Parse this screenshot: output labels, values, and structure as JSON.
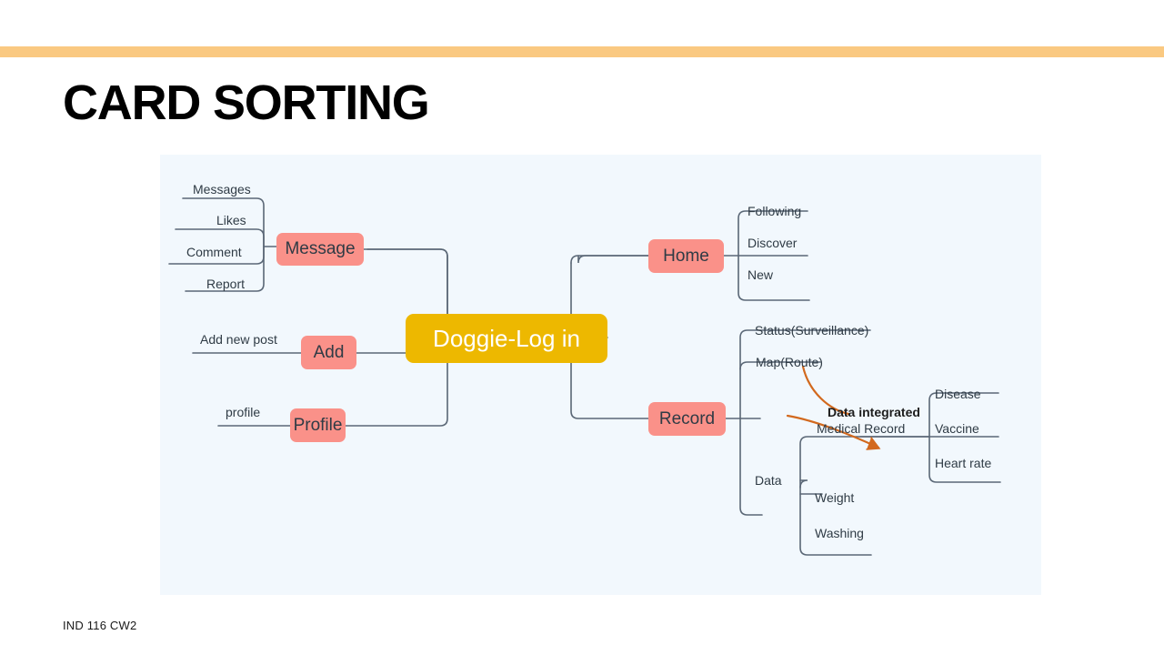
{
  "slide": {
    "title": "CARD SORTING",
    "footer": "IND 116 CW2",
    "accent_color": "#fac981",
    "panel_color": "#f2f8fd"
  },
  "mindmap": {
    "root": {
      "label": "Doggie-Log in",
      "color": "#edb800"
    },
    "branch_color": "#fa9189",
    "connector_color": "#5a6776",
    "annotation_color": "#d2691e",
    "branches": [
      {
        "label": "Message",
        "side": "left",
        "children": [
          {
            "label": "Messages"
          },
          {
            "label": "Likes"
          },
          {
            "label": "Comment"
          },
          {
            "label": "Report"
          }
        ]
      },
      {
        "label": "Add",
        "side": "left",
        "children": [
          {
            "label": "Add new post"
          }
        ]
      },
      {
        "label": "Profile",
        "side": "left",
        "children": [
          {
            "label": "profile"
          }
        ]
      },
      {
        "label": "Home",
        "side": "right",
        "children": [
          {
            "label": "Following"
          },
          {
            "label": "Discover"
          },
          {
            "label": "New"
          }
        ]
      },
      {
        "label": "Record",
        "side": "right",
        "children": [
          {
            "label": "Status(Surveillance)"
          },
          {
            "label": "Map(Route)"
          },
          {
            "label": "Data",
            "children": [
              {
                "label": "Medical Record",
                "children": [
                  {
                    "label": "Disease"
                  },
                  {
                    "label": "Vaccine"
                  },
                  {
                    "label": "Heart rate"
                  }
                ]
              },
              {
                "label": "Weight"
              },
              {
                "label": "Washing"
              }
            ]
          }
        ]
      }
    ],
    "annotation": {
      "label": "Data integrated",
      "from": "Map(Route)",
      "to": "Medical Record"
    }
  }
}
